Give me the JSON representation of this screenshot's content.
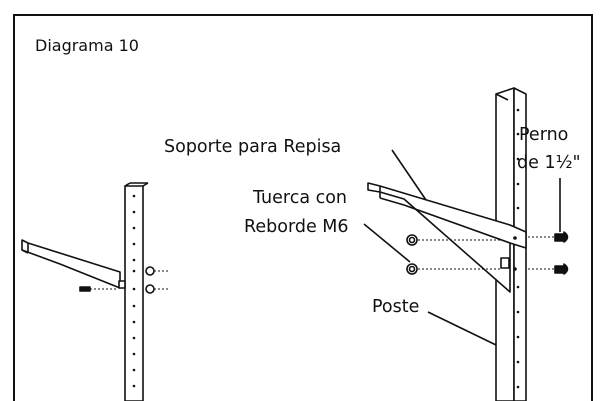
{
  "diagram": {
    "title": "Diagrama 10",
    "labels": {
      "bracket": "Soporte para Repisa",
      "nut_line1": "Tuerca con",
      "nut_line2": "Reborde M6",
      "bolt_line1": "Perno",
      "bolt_line2": "de 1½\"",
      "post": "Poste"
    }
  }
}
